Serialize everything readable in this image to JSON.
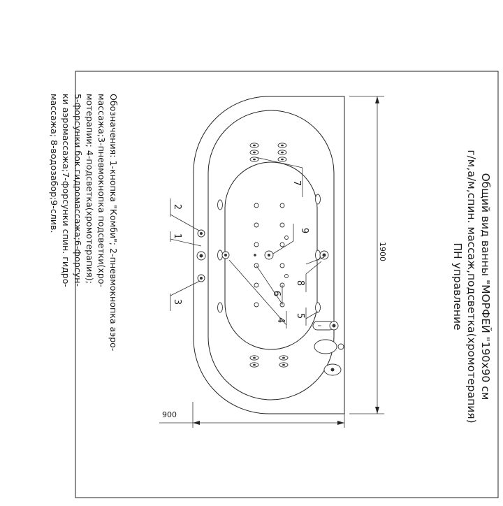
{
  "title": {
    "lines": [
      "Общий вид ванны \"МОРФЕЙ \"190х90 см",
      "г/м,а/м,спин. массаж,подсветка(хромотерапия)",
      "ПН управление"
    ]
  },
  "legend": {
    "lines": [
      "Обозначения: 1-кнопка \"Комби\"; 2-пневмокнопка аэро-",
      "массажа;3-пневмокнопка подсветки(хро-",
      "мотерапии; 4-подсветка(хромотерапия);",
      "5-форсунки бок.гидромассажа;6-форсун-",
      "ки аэромассажа;7-форсунки спин. гидро-",
      "массажа; 8-водозабор;9-слив."
    ]
  },
  "dimensions": {
    "length": "1900",
    "width": "900"
  },
  "callouts": [
    {
      "id": "c1",
      "label": "1"
    },
    {
      "id": "c2",
      "label": "2"
    },
    {
      "id": "c3",
      "label": "3"
    },
    {
      "id": "c4",
      "label": "4"
    },
    {
      "id": "c5",
      "label": "5"
    },
    {
      "id": "c6",
      "label": "6"
    },
    {
      "id": "c7",
      "label": "7"
    },
    {
      "id": "c8",
      "label": "8"
    },
    {
      "id": "c9",
      "label": "9"
    }
  ],
  "colors": {
    "line": "#222222",
    "background": "#ffffff"
  }
}
